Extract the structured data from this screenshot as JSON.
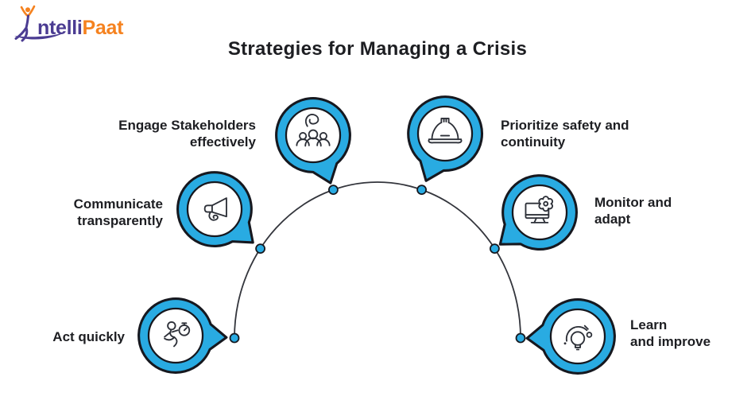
{
  "logo": {
    "brand_prefix": "ntelli",
    "brand_suffix": "Paat",
    "colors": {
      "purple": "#4b3c92",
      "orange": "#f5821f"
    }
  },
  "title": "Strategies for Managing a Crisis",
  "colors": {
    "background": "#ffffff",
    "bubble_fill": "#29abe2",
    "outline": "#16181f",
    "icon_stroke": "#2d3038",
    "arc_line": "#33353c",
    "text": "#1d1e22"
  },
  "strategies": [
    {
      "id": "act-quickly",
      "lines": [
        "Act quickly"
      ],
      "icon": "runner-stopwatch-icon"
    },
    {
      "id": "communicate-transparently",
      "lines": [
        "Communicate",
        "transparently"
      ],
      "icon": "megaphone-icon"
    },
    {
      "id": "engage-stakeholders",
      "lines": [
        "Engage Stakeholders",
        "effectively"
      ],
      "icon": "stakeholders-question-icon"
    },
    {
      "id": "prioritize-safety",
      "lines": [
        "Prioritize safety and",
        "continuity"
      ],
      "icon": "hard-hat-icon"
    },
    {
      "id": "monitor-adapt",
      "lines": [
        "Monitor and",
        "adapt"
      ],
      "icon": "monitor-gear-icon"
    },
    {
      "id": "learn-improve",
      "lines": [
        "Learn",
        "and improve"
      ],
      "icon": "bulb-gauge-icon"
    }
  ]
}
